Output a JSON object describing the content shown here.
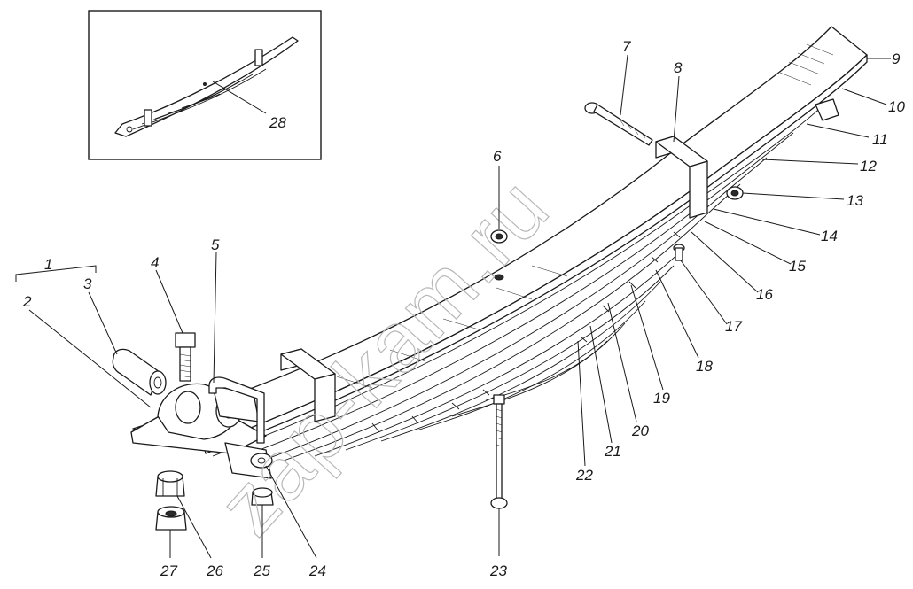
{
  "watermark": "zap-kam.ru",
  "callouts": [
    {
      "id": "1",
      "label": "1"
    },
    {
      "id": "2",
      "label": "2"
    },
    {
      "id": "3",
      "label": "3"
    },
    {
      "id": "4",
      "label": "4"
    },
    {
      "id": "5",
      "label": "5"
    },
    {
      "id": "6",
      "label": "6"
    },
    {
      "id": "7",
      "label": "7"
    },
    {
      "id": "8",
      "label": "8"
    },
    {
      "id": "9",
      "label": "9"
    },
    {
      "id": "10",
      "label": "10"
    },
    {
      "id": "11",
      "label": "11"
    },
    {
      "id": "12",
      "label": "12"
    },
    {
      "id": "13",
      "label": "13"
    },
    {
      "id": "14",
      "label": "14"
    },
    {
      "id": "15",
      "label": "15"
    },
    {
      "id": "16",
      "label": "16"
    },
    {
      "id": "17",
      "label": "17"
    },
    {
      "id": "18",
      "label": "18"
    },
    {
      "id": "19",
      "label": "19"
    },
    {
      "id": "20",
      "label": "20"
    },
    {
      "id": "21",
      "label": "21"
    },
    {
      "id": "22",
      "label": "22"
    },
    {
      "id": "23",
      "label": "23"
    },
    {
      "id": "24",
      "label": "24"
    },
    {
      "id": "25",
      "label": "25"
    },
    {
      "id": "26",
      "label": "26"
    },
    {
      "id": "27",
      "label": "27"
    },
    {
      "id": "28",
      "label": "28"
    }
  ]
}
